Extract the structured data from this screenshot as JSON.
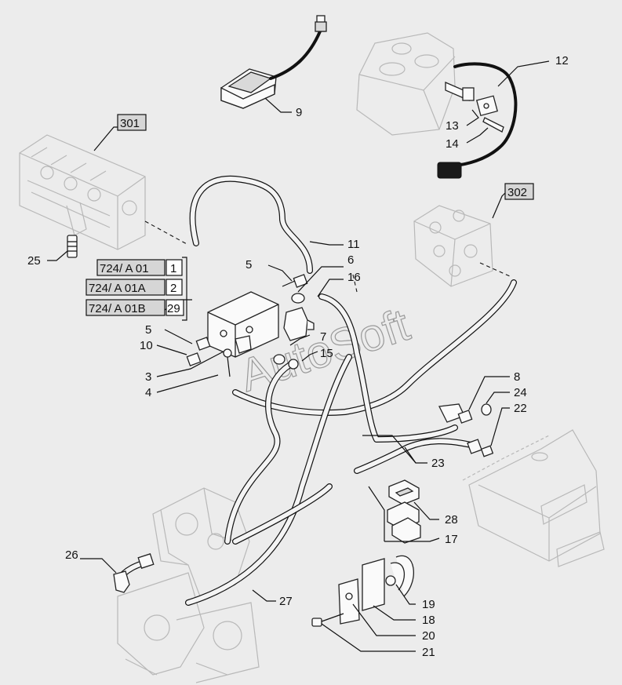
{
  "diagram": {
    "watermark": "AutoSoft",
    "callouts": [
      {
        "id": "c1",
        "text": "1"
      },
      {
        "id": "c2",
        "text": "2"
      },
      {
        "id": "c3",
        "text": "3"
      },
      {
        "id": "c4",
        "text": "4"
      },
      {
        "id": "c5a",
        "text": "5"
      },
      {
        "id": "c5b",
        "text": "5"
      },
      {
        "id": "c6",
        "text": "6"
      },
      {
        "id": "c7",
        "text": "7"
      },
      {
        "id": "c8",
        "text": "8"
      },
      {
        "id": "c9",
        "text": "9"
      },
      {
        "id": "c10",
        "text": "10"
      },
      {
        "id": "c11",
        "text": "11"
      },
      {
        "id": "c12",
        "text": "12"
      },
      {
        "id": "c13",
        "text": "13"
      },
      {
        "id": "c14",
        "text": "14"
      },
      {
        "id": "c15",
        "text": "15"
      },
      {
        "id": "c16",
        "text": "16"
      },
      {
        "id": "c17",
        "text": "17"
      },
      {
        "id": "c18",
        "text": "18"
      },
      {
        "id": "c19",
        "text": "19"
      },
      {
        "id": "c20",
        "text": "20"
      },
      {
        "id": "c21",
        "text": "21"
      },
      {
        "id": "c22",
        "text": "22"
      },
      {
        "id": "c23",
        "text": "23"
      },
      {
        "id": "c24",
        "text": "24"
      },
      {
        "id": "c25",
        "text": "25"
      },
      {
        "id": "c26",
        "text": "26"
      },
      {
        "id": "c27",
        "text": "27"
      },
      {
        "id": "c28",
        "text": "28"
      },
      {
        "id": "c29",
        "text": "29"
      }
    ],
    "references": [
      {
        "id": "r301",
        "text": "301"
      },
      {
        "id": "r302",
        "text": "302"
      },
      {
        "id": "r724a",
        "text": "724/  A 01"
      },
      {
        "id": "r724b",
        "text": "724/  A 01A"
      },
      {
        "id": "r724c",
        "text": "724/  A 01B"
      }
    ]
  }
}
